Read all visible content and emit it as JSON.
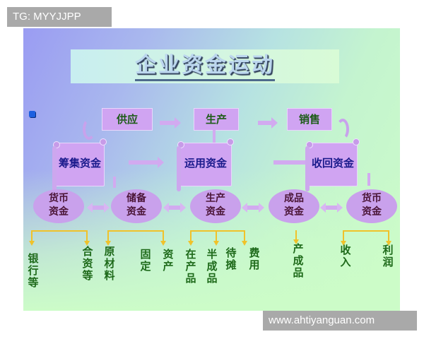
{
  "watermarks": {
    "top": "TG: MYYJJPP",
    "bottom": "www.ahtiyanguan.com"
  },
  "slide": {
    "title": "企业资金运动",
    "stages": [
      {
        "label": "供应"
      },
      {
        "label": "生产"
      },
      {
        "label": "销售"
      }
    ],
    "funds": [
      {
        "label": "筹集资金"
      },
      {
        "label": "运用资金"
      },
      {
        "label": "收回资金"
      }
    ],
    "capital_forms": [
      {
        "line1": "货币",
        "line2": "资金"
      },
      {
        "line1": "储备",
        "line2": "资金"
      },
      {
        "line1": "生产",
        "line2": "资金"
      },
      {
        "line1": "成品",
        "line2": "资金"
      },
      {
        "line1": "货币",
        "line2": "资金"
      }
    ],
    "details": [
      {
        "label": "银行等"
      },
      {
        "label": "合资等"
      },
      {
        "label": "原材料"
      },
      {
        "label": "固定"
      },
      {
        "label": "资产"
      },
      {
        "label": "在产品"
      },
      {
        "label": "半成品"
      },
      {
        "label": "待摊"
      },
      {
        "label": "费用"
      },
      {
        "label": "产成品"
      },
      {
        "label": "收入"
      },
      {
        "label": "利润"
      }
    ],
    "colors": {
      "box_fill": "#d0a4f2",
      "ellipse_fill": "#c9a1ec",
      "stage_text": "#1d5b17",
      "fund_text": "#1a1a8c",
      "capital_text": "#4a1436",
      "detail_text": "#1e6a1a",
      "bracket": "#f0c22a"
    }
  }
}
